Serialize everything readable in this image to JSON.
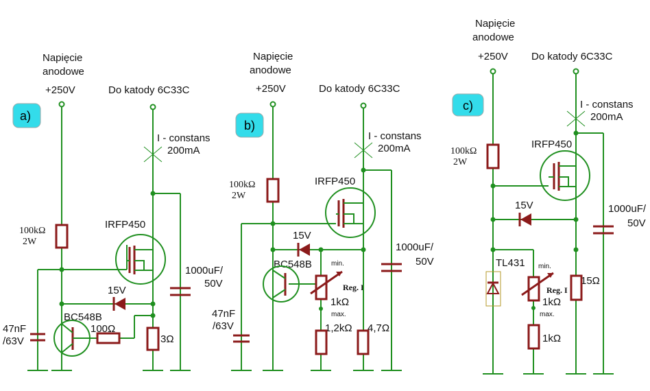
{
  "panels": [
    {
      "badge": "a)",
      "anode_label_line1": "Napięcie",
      "anode_label_line2": "anodowe",
      "voltage": "+250V",
      "cathode_label": "Do katody 6C33C",
      "current_label_line1": "I - constans",
      "current_label_line2": "200mA",
      "mosfet": "IRFP450",
      "zener": "15V",
      "transistor": "BC548B",
      "r_top": "100kΩ",
      "r_top_power": "2W",
      "capacitor": "47nF",
      "capacitor_voltage": "/63V",
      "r_base": "100Ω",
      "r_sense": "3Ω",
      "big_cap": "1000uF/",
      "big_cap_voltage": "50V"
    },
    {
      "badge": "b)",
      "anode_label_line1": "Napięcie",
      "anode_label_line2": "anodowe",
      "voltage": "+250V",
      "cathode_label": "Do katody 6C33C",
      "current_label_line1": "I - constans",
      "current_label_line2": "200mA",
      "mosfet": "IRFP450",
      "zener": "15V",
      "transistor": "BC548B",
      "r_top": "100kΩ",
      "r_top_power": "2W",
      "capacitor": "47nF",
      "capacitor_voltage": "/63V",
      "pot_min": "min.",
      "pot_reg": "Reg. I",
      "pot_value": "1kΩ",
      "pot_max": "max.",
      "r_bottom": "1,2kΩ",
      "r_sense": "4,7Ω",
      "big_cap": "1000uF/",
      "big_cap_voltage": "50V"
    },
    {
      "badge": "c)",
      "anode_label_line1": "Napięcie",
      "anode_label_line2": "anodowe",
      "voltage": "+250V",
      "cathode_label": "Do katody 6C33C",
      "current_label_line1": "I - constans",
      "current_label_line2": "200mA",
      "mosfet": "IRFP450",
      "zener": "15V",
      "reference": "TL431",
      "r_top": "100kΩ",
      "r_top_power": "2W",
      "pot_min": "min.",
      "pot_reg": "Reg. I",
      "pot_value": "1kΩ",
      "pot_max": "max.",
      "r_bottom": "1kΩ",
      "r_sense": "15Ω",
      "big_cap": "1000uF/",
      "big_cap_voltage": "50V"
    }
  ]
}
